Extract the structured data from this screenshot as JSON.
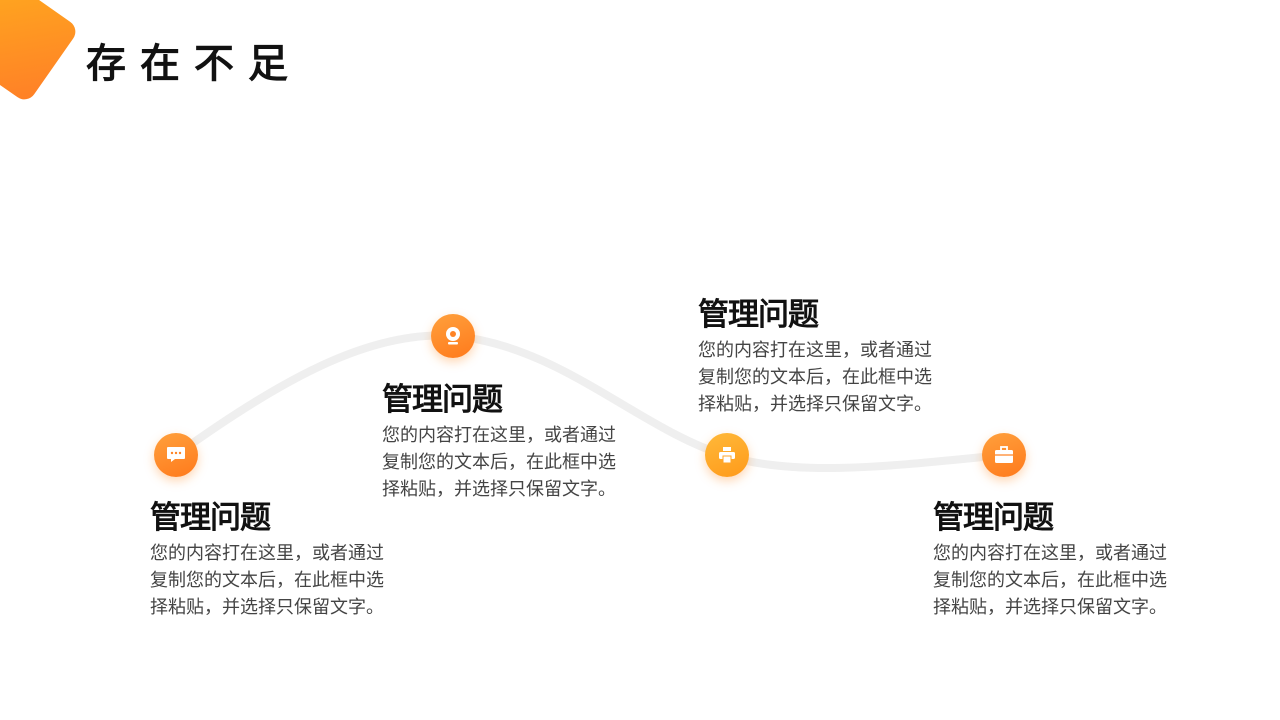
{
  "header": {
    "title": "存在不足",
    "accent_color": "#ff8a22"
  },
  "timeline": {
    "line_color": "#eeeeee",
    "nodes": [
      {
        "icon": "chat-bubble-icon",
        "color": "#ff8426"
      },
      {
        "icon": "webcam-icon",
        "color": "#ff8426"
      },
      {
        "icon": "printer-icon",
        "color": "#ffa52a"
      },
      {
        "icon": "briefcase-icon",
        "color": "#ff8426"
      }
    ]
  },
  "items": [
    {
      "title": "管理问题",
      "desc": "您的内容打在这里，或者通过复制您的文本后，在此框中选择粘贴，并选择只保留文字。"
    },
    {
      "title": "管理问题",
      "desc": "您的内容打在这里，或者通过复制您的文本后，在此框中选择粘贴，并选择只保留文字。"
    },
    {
      "title": "管理问题",
      "desc": "您的内容打在这里，或者通过复制您的文本后，在此框中选择粘贴，并选择只保留文字。"
    },
    {
      "title": "管理问题",
      "desc": "您的内容打在这里，或者通过复制您的文本后，在此框中选择粘贴，并选择只保留文字。"
    }
  ]
}
